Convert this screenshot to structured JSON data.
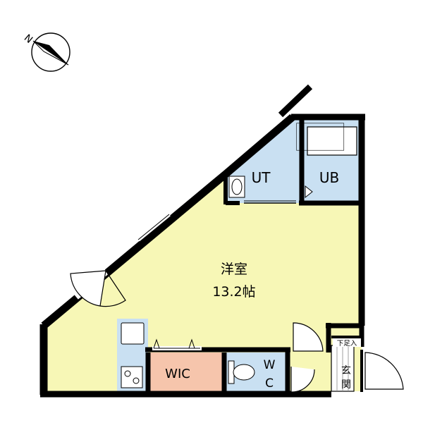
{
  "compass": {
    "north_label": "N",
    "icon": "north-arrow-icon"
  },
  "rooms": {
    "western_room": {
      "name": "洋室",
      "size": "13.2帖",
      "color": "#f7f7b6"
    },
    "utility": {
      "name": "UT",
      "color": "#c9e0f2"
    },
    "unit_bath": {
      "name": "UB",
      "color": "#c9e0f2"
    },
    "walk_in_closet": {
      "name": "WIC",
      "color": "#f6c5ac"
    },
    "toilet": {
      "name_top": "W",
      "name_bottom": "C",
      "color": "#c9e0f2"
    },
    "entrance": {
      "name_top": "玄",
      "name_bottom": "関"
    },
    "shoe_box": {
      "name": "下足入"
    }
  }
}
